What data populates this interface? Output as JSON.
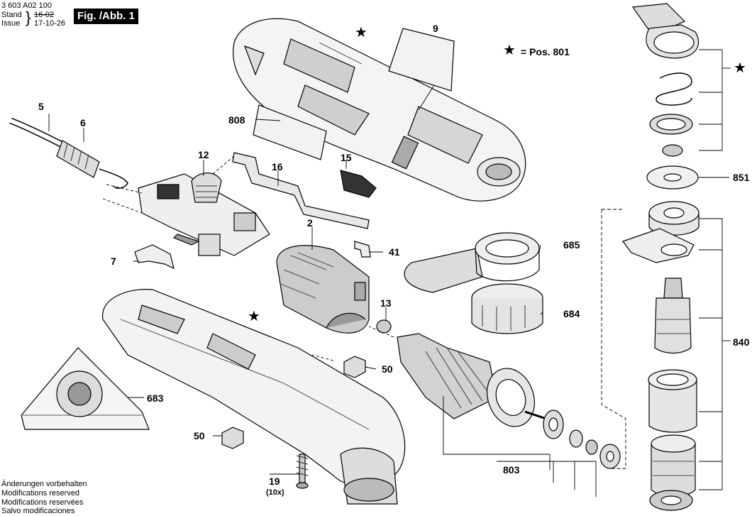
{
  "header": {
    "doc_number": "3 603 A02 100",
    "stand_label": "Stand",
    "issue_label": "Issue",
    "date_old": "16-02",
    "date_new": "17-10-26",
    "figure_label": "Fig. /Abb. 1"
  },
  "legend": {
    "star_symbol": "★",
    "text": "= Pos. 801"
  },
  "part_labels": {
    "p5": "5",
    "p6": "6",
    "p7": "7",
    "p9": "9",
    "p12": "12",
    "p13": "13",
    "p15": "15",
    "p16": "16",
    "p2": "2",
    "p41": "41",
    "p50a": "50",
    "p50b": "50",
    "p19": "19",
    "p19_qty": "(10x)",
    "p683": "683",
    "p684": "684",
    "p685": "685",
    "p803": "803",
    "p808": "808",
    "p840": "840",
    "p851": "851"
  },
  "footer": {
    "line1": "Änderungen vorbehalten",
    "line2": "Modifications reserved",
    "line3": "Modifications reservées",
    "line4": "Salvo modificaciones"
  }
}
